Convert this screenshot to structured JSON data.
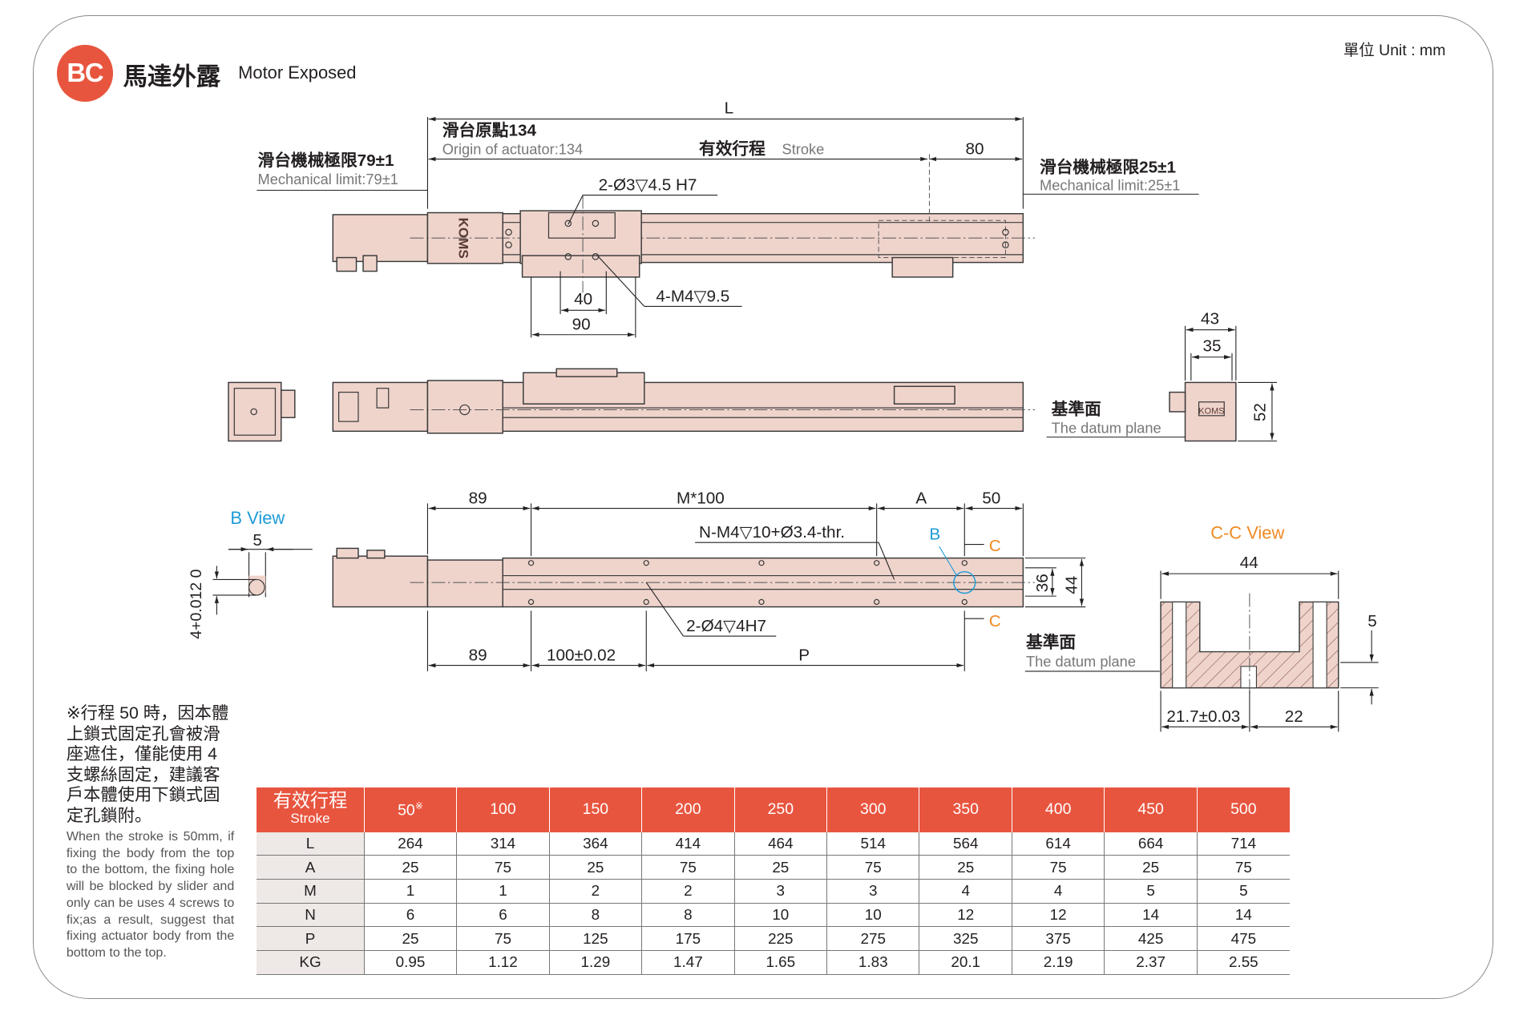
{
  "header": {
    "badge": "BC",
    "title_zh": "馬達外露",
    "title_en": "Motor Exposed",
    "unit": "單位 Unit : mm"
  },
  "labels": {
    "L": "L",
    "origin_zh": "滑台原點134",
    "origin_en": "Origin of actuator:134",
    "stroke_zh": "有效行程",
    "stroke_en": "Stroke",
    "d80": "80",
    "mech_left_zh": "滑台機械極限79±1",
    "mech_left_en": "Mechanical limit:79±1",
    "mech_right_zh": "滑台機械極限25±1",
    "mech_right_en": "Mechanical limit:25±1",
    "hole_top": "2-Ø3▽4.5 H7",
    "screw_top": "4-M4▽9.5",
    "d40": "40",
    "d90": "90",
    "d43": "43",
    "d35": "35",
    "d52": "52",
    "datum_zh": "基準面",
    "datum_en": "The datum plane",
    "b_view": "B View",
    "d5": "5",
    "tol": "4+0.012 0",
    "d89a": "89",
    "m100": "M*100",
    "A": "A",
    "d50": "50",
    "n_m4": "N-M4▽10+Ø3.4-thr.",
    "B": "B",
    "C": "C",
    "d36": "36",
    "d44": "44",
    "hole_bot": "2-Ø4▽4H7",
    "d89b": "89",
    "d100": "100±0.02",
    "P": "P",
    "cc_view": "C-C View",
    "cc44": "44",
    "cc5": "5",
    "cc217": "21.7±0.03",
    "cc22": "22",
    "logo": "KOMS"
  },
  "note": {
    "zh": "※行程 50 時，因本體上鎖式固定孔會被滑座遮住，僅能使用 4 支螺絲固定，建議客戶本體使用下鎖式固定孔鎖附。",
    "en": "When the stroke is 50mm, if fixing the body from the top to the bottom, the fixing hole will be blocked by slider and only can be uses 4 screws to fix;as a result, suggest that fixing actuator body from the bottom to the top."
  },
  "table": {
    "header_zh": "有效行程",
    "header_en": "Stroke",
    "columns": [
      "50",
      "100",
      "150",
      "200",
      "250",
      "300",
      "350",
      "400",
      "450",
      "500"
    ],
    "first_mark": "※",
    "rows": [
      {
        "label": "L",
        "values": [
          "264",
          "314",
          "364",
          "414",
          "464",
          "514",
          "564",
          "614",
          "664",
          "714"
        ]
      },
      {
        "label": "A",
        "values": [
          "25",
          "75",
          "25",
          "75",
          "25",
          "75",
          "25",
          "75",
          "25",
          "75"
        ]
      },
      {
        "label": "M",
        "values": [
          "1",
          "1",
          "2",
          "2",
          "3",
          "3",
          "4",
          "4",
          "5",
          "5"
        ]
      },
      {
        "label": "N",
        "values": [
          "6",
          "6",
          "8",
          "8",
          "10",
          "10",
          "12",
          "12",
          "14",
          "14"
        ]
      },
      {
        "label": "P",
        "values": [
          "25",
          "75",
          "125",
          "175",
          "225",
          "275",
          "325",
          "375",
          "425",
          "475"
        ]
      },
      {
        "label": "KG",
        "values": [
          "0.95",
          "1.12",
          "1.29",
          "1.47",
          "1.65",
          "1.83",
          "20.1",
          "2.19",
          "2.37",
          "2.55"
        ]
      }
    ]
  },
  "colors": {
    "accent": "#e8553f",
    "body": "#efd4cc",
    "b_view": "#1e9bd7",
    "cc_view": "#f08a24"
  }
}
